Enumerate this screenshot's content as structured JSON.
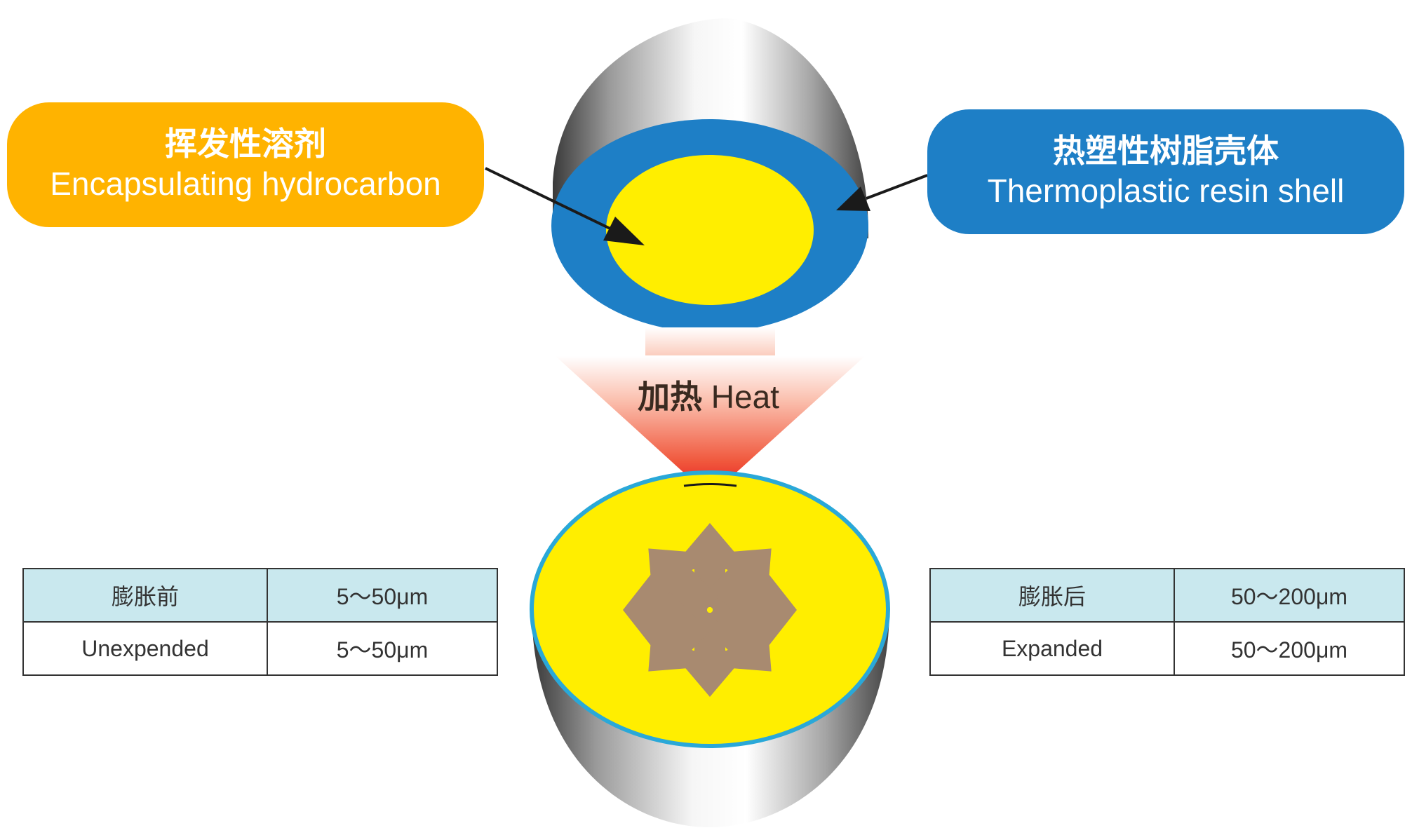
{
  "solvent_label": {
    "zh": "挥发性溶剂",
    "en": "Encapsulating hydrocarbon"
  },
  "shell_label": {
    "zh": "热塑性树脂壳体",
    "en": "Thermoplastic resin shell"
  },
  "heat_label": {
    "zh": "加热",
    "en": "Heat"
  },
  "before_table": {
    "header": {
      "label": "膨胀前",
      "size": "5～50μm"
    },
    "row": {
      "label": "Unexpended",
      "size": "5～50μm"
    }
  },
  "after_table": {
    "header": {
      "label": "膨胀后",
      "size": "50～200μm"
    },
    "row": {
      "label": "Expanded",
      "size": "50～200μm"
    }
  },
  "colors": {
    "solvent": "#FFB300",
    "shell": "#1E7FC6",
    "core": "#FFEE00",
    "table_header": "#C9E8EE",
    "expansion_arrows": "#A88A70",
    "heat": "#E8321E"
  }
}
